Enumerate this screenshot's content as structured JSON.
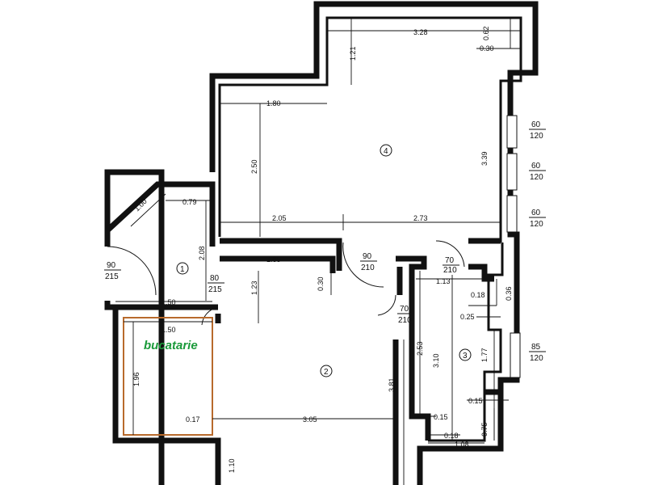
{
  "kitchen": {
    "label": "bucatarie",
    "accent": "#1a9a3a",
    "outline": "#b86a2c"
  },
  "rooms": [
    "1",
    "2",
    "3",
    "4"
  ],
  "dimensions": {
    "top_width": "3.28",
    "top_notch": "0.62",
    "top_right": "0.30",
    "left_drop": "1.21",
    "left_upper_width": "1.80",
    "room4_height": "2.50",
    "room4_right_height": "3.39",
    "room4_bottom_left": "2.05",
    "room4_bottom_right": "2.73",
    "diag": "1.00",
    "entry_width": "0.79",
    "room1_height": "2.08",
    "corridor": "1.85",
    "room1_bottom": "1.50",
    "kitchen_width": "1.50",
    "kitchen_height": "1.96",
    "kitchen_gap": "0.17",
    "room2_width": "3.05",
    "room2_partial": "1.23",
    "wall_030": "0.30",
    "room2_height": "3.81",
    "room3_h1": "2.53",
    "room3_h2": "3.10",
    "room3_h3": "1.77",
    "room3_top": "1.13",
    "r3_018a": "0.18",
    "r3_036": "0.36",
    "r3_025": "0.25",
    "r3_015a": "0.15",
    "r3_015b": "0.15",
    "r3_018b": "0.18",
    "r3_075": "0.75",
    "r3_108": "1.08",
    "bottom_left": "1.10"
  },
  "openings": {
    "door_entry": {
      "w": "90",
      "h": "215"
    },
    "door_room1": {
      "w": "80",
      "h": "215"
    },
    "door_room4": {
      "w": "90",
      "h": "210"
    },
    "door_room3_top": {
      "w": "70",
      "h": "210"
    },
    "door_room3_side": {
      "w": "70",
      "h": "210"
    },
    "win1": {
      "w": "60",
      "h": "120"
    },
    "win2": {
      "w": "60",
      "h": "120"
    },
    "win3": {
      "w": "60",
      "h": "120"
    },
    "win4": {
      "w": "85",
      "h": "120"
    }
  }
}
